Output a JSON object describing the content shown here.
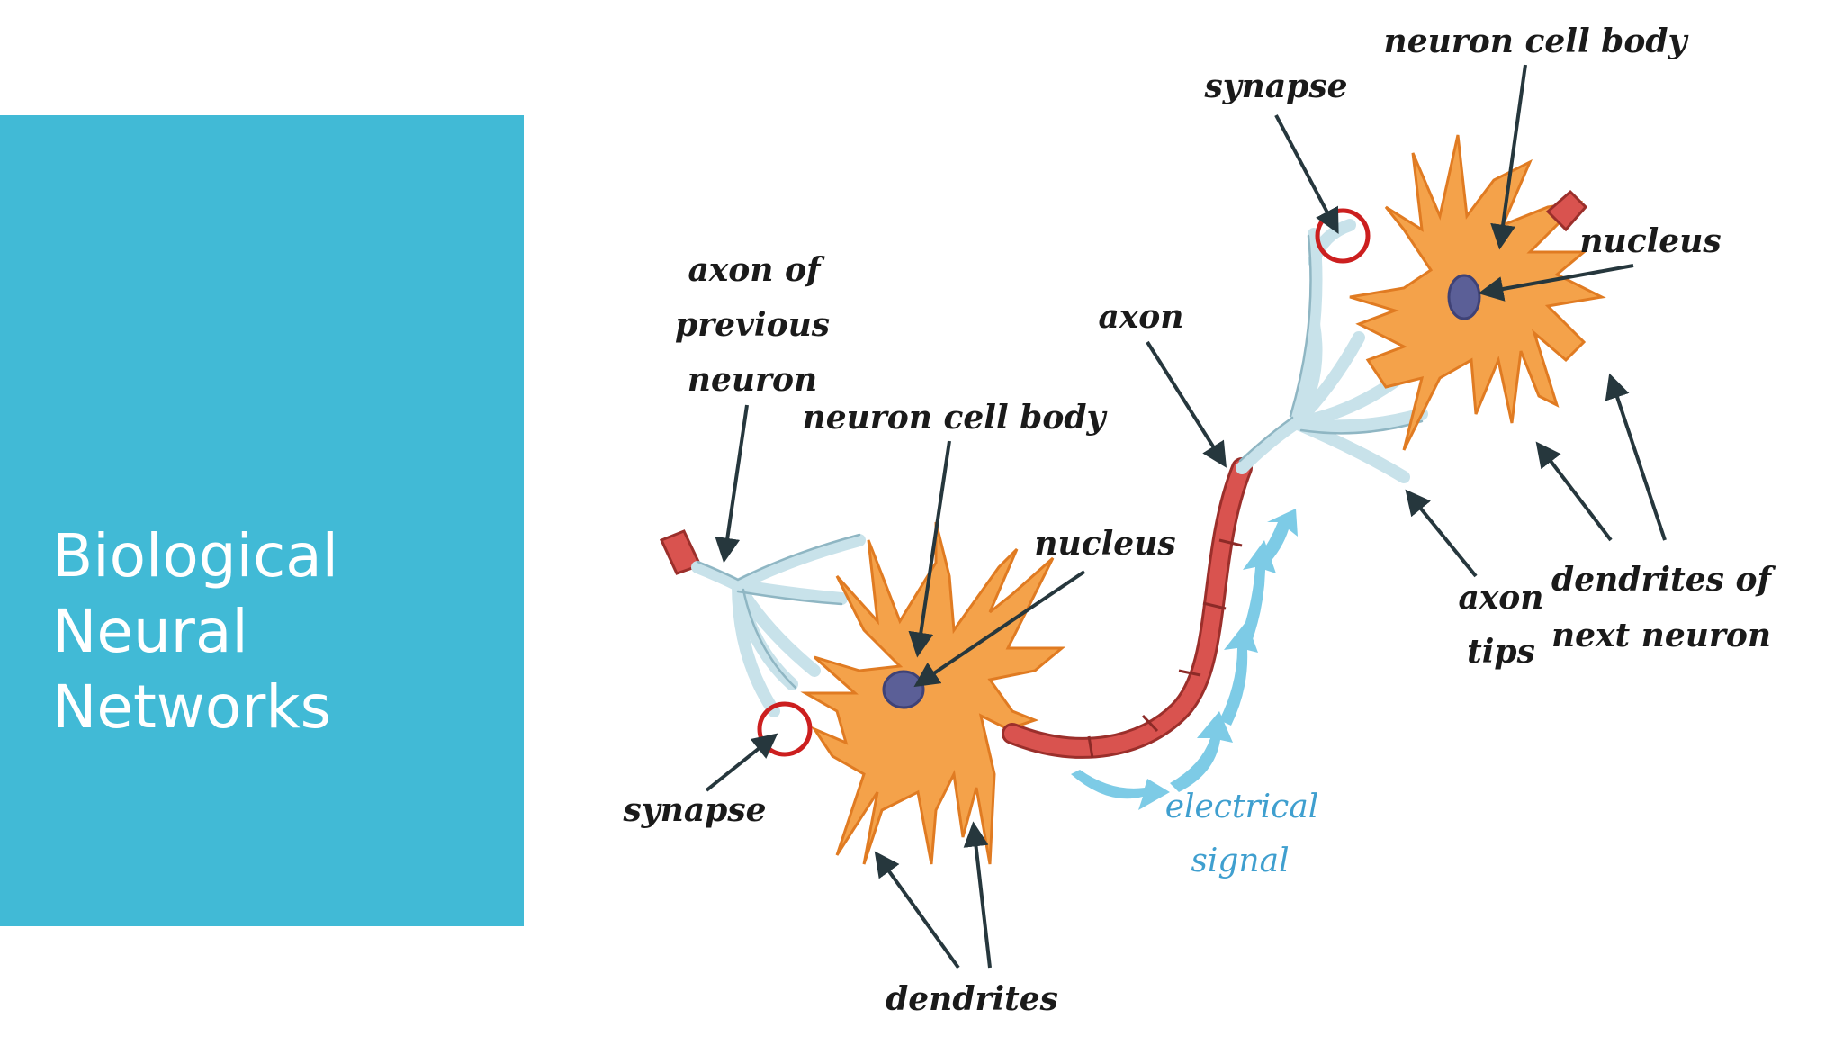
{
  "slide": {
    "title_lines": [
      "Biological",
      "Neural",
      "Networks"
    ]
  },
  "diagram": {
    "labels": {
      "axon_of_previous_neuron": [
        "axon of",
        "previous",
        "neuron"
      ],
      "neuron_cell_body_left": "neuron cell body",
      "nucleus_left": "nucleus",
      "synapse_left": "synapse",
      "dendrites": "dendrites",
      "axon": "axon",
      "electrical_signal": [
        "electrical",
        "signal"
      ],
      "synapse_right": "synapse",
      "neuron_cell_body_right": "neuron cell body",
      "nucleus_right": "nucleus",
      "axon_tips": [
        "axon",
        "tips"
      ],
      "dendrites_of_next_neuron": [
        "dendrites of",
        "next neuron"
      ]
    },
    "colors": {
      "panel": "#41bad6",
      "cell_body": "#f4a24a",
      "cell_outline": "#e07b22",
      "nucleus": "#5b5f97",
      "axon": "#d9534f",
      "axon_terminal": "#c8e2ea",
      "synapse_ring": "#cc1f1f",
      "signal": "#7dcbe6",
      "arrow": "#26373d"
    }
  }
}
